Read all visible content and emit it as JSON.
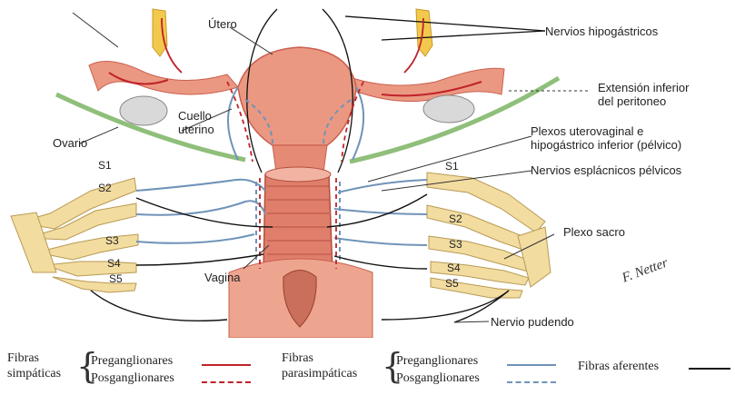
{
  "labels": {
    "utero": "Útero",
    "nervios_hipogastricos": "Nervios hipogástricos",
    "extension_1": "Extensión inferior",
    "extension_2": "del peritoneo",
    "cuello_1": "Cuello",
    "cuello_2": "uterino",
    "ovario": "Ovario",
    "plexos_1": "Plexos uterovaginal e",
    "plexos_2": "hipogástrico inferior (pélvico)",
    "nervios_esplacnicos": "Nervios esplácnicos pélvicos",
    "plexo_sacro": "Plexo sacro",
    "vagina": "Vagina",
    "nervio_pudendo": "Nervio pudendo",
    "s1_left": "S1",
    "s2_left": "S2",
    "s3_left": "S3",
    "s4_left": "S4",
    "s5_left": "S5",
    "s1_right": "S1",
    "s2_right": "S2",
    "s3_right": "S3",
    "s4_right": "S4",
    "s5_right": "S5"
  },
  "legend": {
    "simpaticas_1": "Fibras",
    "simpaticas_2": "simpáticas",
    "parasimpaticas_1": "Fibras",
    "parasimpaticas_2": "parasimpáticas",
    "pre_simp": "Preganglionares",
    "pos_simp": "Posganglionares",
    "pre_para": "Preganglionares",
    "pos_para": "Posganglionares",
    "aferentes": "Fibras aferentes"
  },
  "colors": {
    "sympathetic": "#c0222b",
    "parasympathetic": "#6f93b8",
    "afferent": "#111111",
    "peritoneum": "#8fbf7a",
    "tissue": "#eb9882",
    "tissue_dark": "#c9604f",
    "sacral": "#f2dca0"
  },
  "signature": "F. Netter"
}
